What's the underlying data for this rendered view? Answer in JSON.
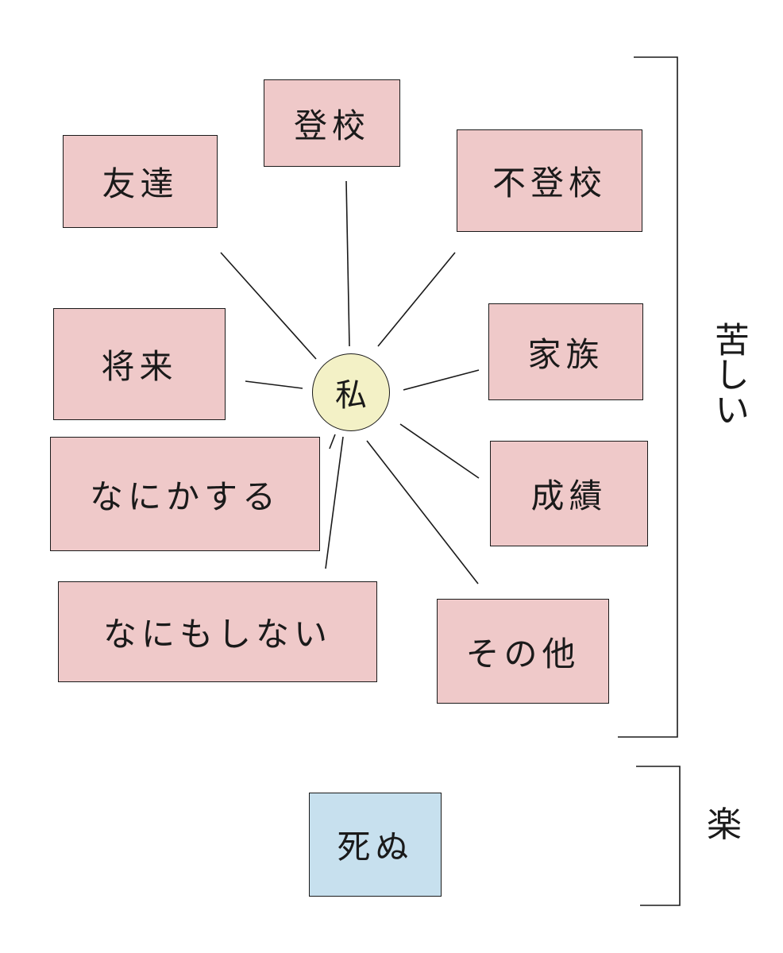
{
  "diagram": {
    "center": {
      "label": "私"
    },
    "items": [
      {
        "id": "tomodachi",
        "label": "友達"
      },
      {
        "id": "toukou",
        "label": "登校"
      },
      {
        "id": "futoukou",
        "label": "不登校"
      },
      {
        "id": "shourai",
        "label": "将来"
      },
      {
        "id": "kazoku",
        "label": "家族"
      },
      {
        "id": "nanika-suru",
        "label": "なにかする"
      },
      {
        "id": "seiseki",
        "label": "成績"
      },
      {
        "id": "nanimo-shinai",
        "label": "なにもしない"
      },
      {
        "id": "sonota",
        "label": "その他"
      }
    ],
    "bottom_item": {
      "id": "shinu",
      "label": "死ぬ"
    },
    "brackets": {
      "upper_label": "苦しい",
      "lower_label": "楽"
    },
    "colors": {
      "item_fill": "#efc9c9",
      "bottom_fill": "#c7e0ee",
      "center_fill": "#f3f1c6",
      "stroke": "#1a1a1a"
    }
  }
}
